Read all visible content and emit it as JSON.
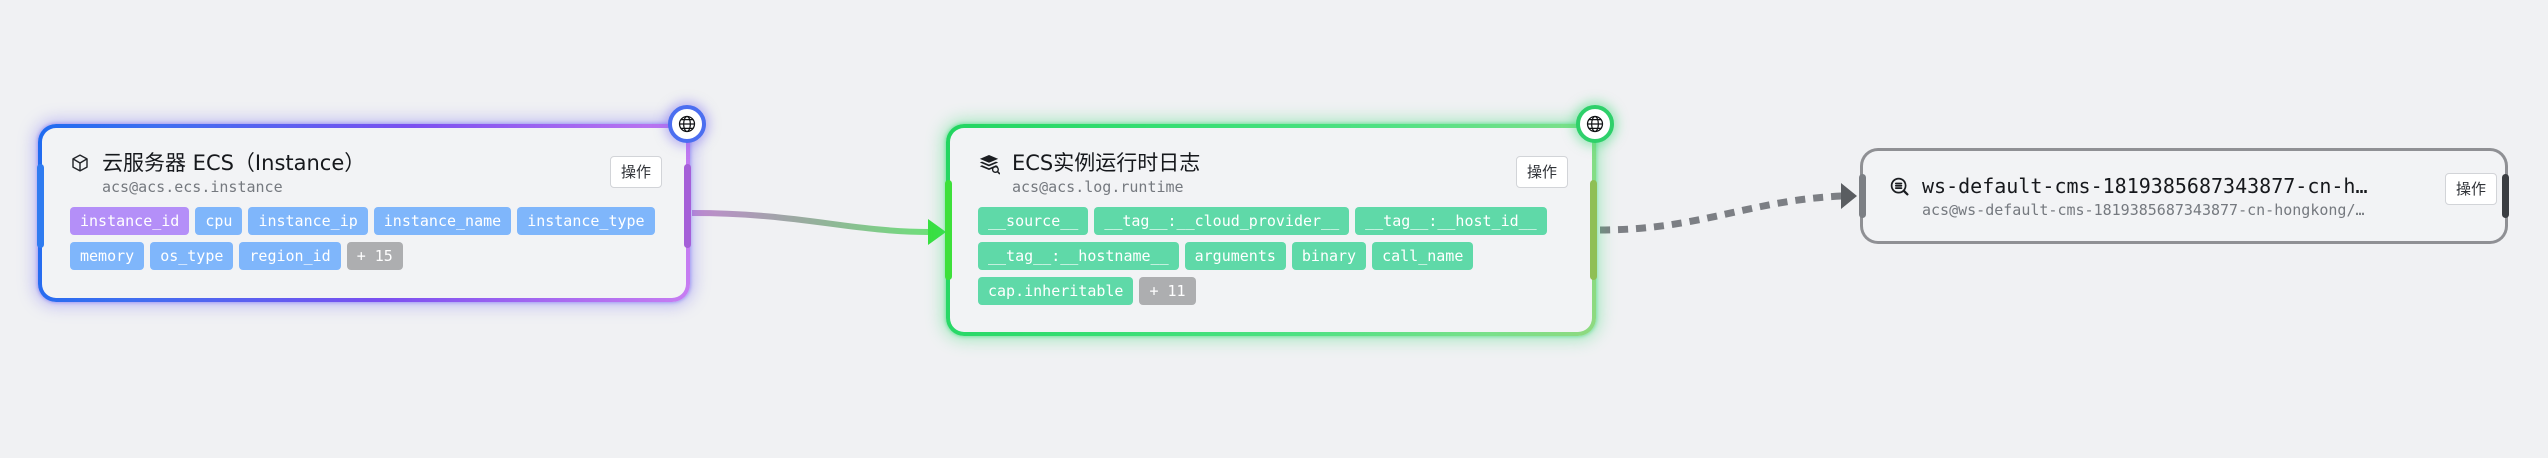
{
  "canvas": {
    "background": "#f0f1f3",
    "accents": {
      "node1_border_start": "#1f6bf0",
      "node1_border_end": "#c77df2",
      "node2_border_start": "#22d560",
      "node2_border_end": "#8fd97f",
      "node3_border": "#9a9a9a",
      "chip_blue": "#74aefc",
      "chip_purple": "#bb8cf0",
      "chip_green": "#5fdda5",
      "chip_more": "#b2b3b5",
      "edge_solid_start": "#b06ef0",
      "edge_solid_end": "#33e065",
      "edge_dashed": "#6e7378"
    }
  },
  "nodes": [
    {
      "id": "ecs-instance",
      "icon": "cube-icon",
      "title": "云服务器 ECS（Instance）",
      "subtitle": "acs@acs.ecs.instance",
      "action_label": "操作",
      "tags": [
        {
          "label": "instance_id",
          "style": "purple"
        },
        {
          "label": "cpu",
          "style": "blue"
        },
        {
          "label": "instance_ip",
          "style": "blue"
        },
        {
          "label": "instance_name",
          "style": "blue"
        },
        {
          "label": "instance_type",
          "style": "blue"
        },
        {
          "label": "memory",
          "style": "blue"
        },
        {
          "label": "os_type",
          "style": "blue"
        },
        {
          "label": "region_id",
          "style": "blue"
        },
        {
          "label": "+ 15",
          "style": "more"
        }
      ]
    },
    {
      "id": "ecs-log",
      "icon": "log-search-icon",
      "title": "ECS实例运行时日志",
      "subtitle": "acs@acs.log.runtime",
      "action_label": "操作",
      "tags": [
        {
          "label": "__source__",
          "style": "green"
        },
        {
          "label": "__tag__:__cloud_provider__",
          "style": "green"
        },
        {
          "label": "__tag__:__host_id__",
          "style": "green"
        },
        {
          "label": "__tag__:__hostname__",
          "style": "green"
        },
        {
          "label": "arguments",
          "style": "green"
        },
        {
          "label": "binary",
          "style": "green"
        },
        {
          "label": "call_name",
          "style": "green"
        },
        {
          "label": "cap.inheritable",
          "style": "green"
        },
        {
          "label": "+ 11",
          "style": "more"
        }
      ]
    },
    {
      "id": "ws-default",
      "icon": "search-list-icon",
      "title": "ws-default-cms-1819385687343877-cn-h…",
      "subtitle": "acs@ws-default-cms-1819385687343877-cn-hongkong/…",
      "action_label": "操作",
      "tags": []
    }
  ],
  "handles": [
    {
      "id": "globe-a",
      "icon": "globe-icon",
      "ring_color": "#4b74ee"
    },
    {
      "id": "globe-b",
      "icon": "globe-icon",
      "ring_color": "#2ed06a"
    }
  ],
  "edges": [
    {
      "id": "edge-ecs-to-log",
      "style": "solid-gradient",
      "arrow": "green"
    },
    {
      "id": "edge-log-to-ws",
      "style": "dashed",
      "arrow": "gray"
    }
  ]
}
